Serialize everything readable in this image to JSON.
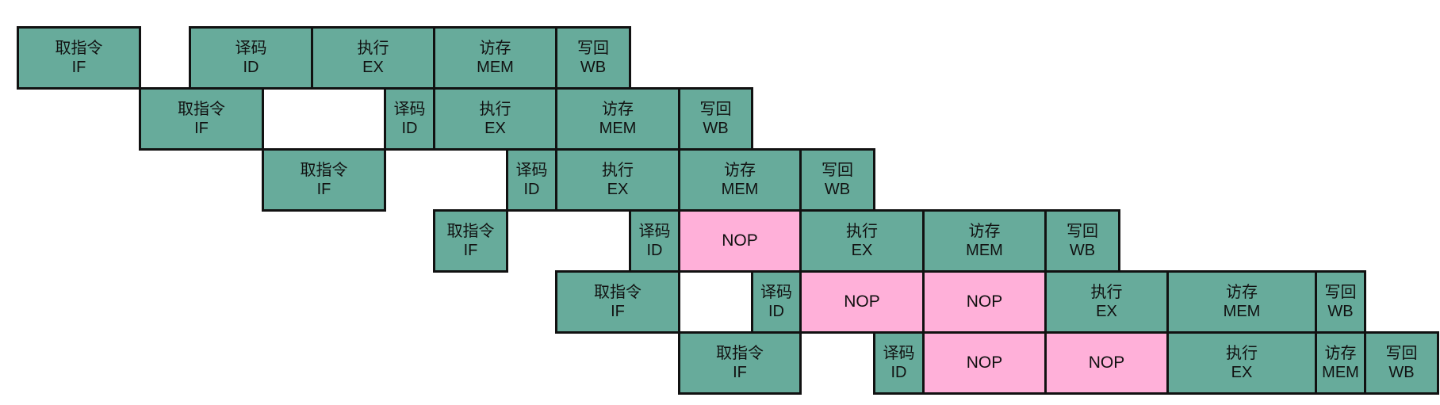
{
  "colors": {
    "stage": "#67ab9b",
    "nop": "#ffb0d9",
    "border": "#111111",
    "text": "#111111"
  },
  "diagram": {
    "rows": [
      {
        "cells": [
          {
            "kind": "stage",
            "line1": "取指令",
            "line2": "IF"
          },
          {
            "kind": "stage",
            "line1": "译码",
            "line2": "ID"
          },
          {
            "kind": "stage",
            "line1": "执行",
            "line2": "EX"
          },
          {
            "kind": "stage",
            "line1": "访存",
            "line2": "MEM"
          },
          {
            "kind": "stage",
            "line1": "写回",
            "line2": "WB"
          }
        ]
      },
      {
        "cells": [
          {
            "kind": "stage",
            "line1": "取指令",
            "line2": "IF"
          },
          {
            "kind": "stage",
            "line1": "译码",
            "line2": "ID"
          },
          {
            "kind": "stage",
            "line1": "执行",
            "line2": "EX"
          },
          {
            "kind": "stage",
            "line1": "访存",
            "line2": "MEM"
          },
          {
            "kind": "stage",
            "line1": "写回",
            "line2": "WB"
          }
        ]
      },
      {
        "cells": [
          {
            "kind": "stage",
            "line1": "取指令",
            "line2": "IF"
          },
          {
            "kind": "stage",
            "line1": "译码",
            "line2": "ID"
          },
          {
            "kind": "stage",
            "line1": "执行",
            "line2": "EX"
          },
          {
            "kind": "stage",
            "line1": "访存",
            "line2": "MEM"
          },
          {
            "kind": "stage",
            "line1": "写回",
            "line2": "WB"
          }
        ]
      },
      {
        "cells": [
          {
            "kind": "stage",
            "line1": "取指令",
            "line2": "IF"
          },
          {
            "kind": "stage",
            "line1": "译码",
            "line2": "ID"
          },
          {
            "kind": "nop",
            "line1": "NOP",
            "line2": ""
          },
          {
            "kind": "stage",
            "line1": "执行",
            "line2": "EX"
          },
          {
            "kind": "stage",
            "line1": "访存",
            "line2": "MEM"
          },
          {
            "kind": "stage",
            "line1": "写回",
            "line2": "WB"
          }
        ]
      },
      {
        "cells": [
          {
            "kind": "stage",
            "line1": "取指令",
            "line2": "IF"
          },
          {
            "kind": "stage",
            "line1": "译码",
            "line2": "ID"
          },
          {
            "kind": "nop",
            "line1": "NOP",
            "line2": ""
          },
          {
            "kind": "nop",
            "line1": "NOP",
            "line2": ""
          },
          {
            "kind": "stage",
            "line1": "执行",
            "line2": "EX"
          },
          {
            "kind": "stage",
            "line1": "访存",
            "line2": "MEM"
          },
          {
            "kind": "stage",
            "line1": "写回",
            "line2": "WB"
          }
        ]
      },
      {
        "cells": [
          {
            "kind": "stage",
            "line1": "取指令",
            "line2": "IF"
          },
          {
            "kind": "stage",
            "line1": "译码",
            "line2": "ID"
          },
          {
            "kind": "nop",
            "line1": "NOP",
            "line2": ""
          },
          {
            "kind": "nop",
            "line1": "NOP",
            "line2": ""
          },
          {
            "kind": "stage",
            "line1": "执行",
            "line2": "EX"
          },
          {
            "kind": "stage",
            "line1": "访存",
            "line2": "MEM"
          },
          {
            "kind": "stage",
            "line1": "写回",
            "line2": "WB"
          }
        ]
      }
    ]
  }
}
